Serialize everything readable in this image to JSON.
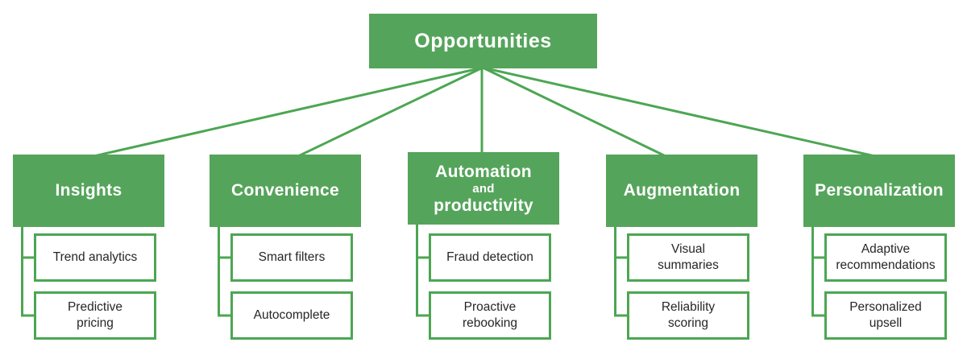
{
  "colors": {
    "green-fill": "#55a45b",
    "green-line": "#4ca653",
    "child-text": "#262626"
  },
  "root": {
    "label": "Opportunities"
  },
  "columns": [
    {
      "title": "Insights",
      "children": [
        "Trend analytics",
        "Predictive\npricing"
      ]
    },
    {
      "title": "Convenience",
      "children": [
        "Smart filters",
        "Autocomplete"
      ]
    },
    {
      "title": "Automation and productivity",
      "title_lines": {
        "top": "Automation",
        "mid": "and",
        "bottom": "productivity"
      },
      "children": [
        "Fraud detection",
        "Proactive\nrebooking"
      ]
    },
    {
      "title": "Augmentation",
      "children": [
        "Visual\nsummaries",
        "Reliability\nscoring"
      ]
    },
    {
      "title": "Personalization",
      "children": [
        "Adaptive\nrecommendations",
        "Personalized\nupsell"
      ]
    }
  ]
}
